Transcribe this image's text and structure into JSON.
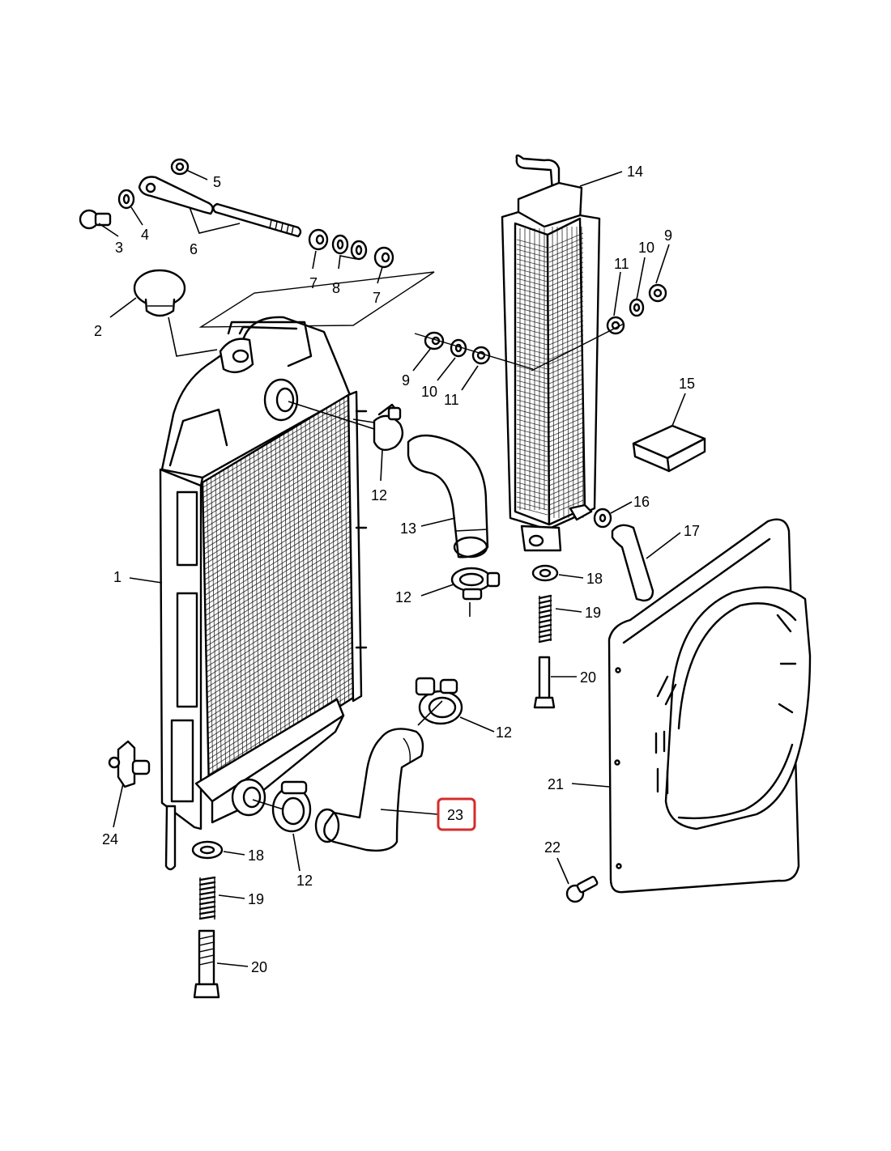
{
  "diagram": {
    "callouts": [
      "1",
      "2",
      "3",
      "4",
      "5",
      "6",
      "7",
      "8",
      "7",
      "9",
      "10",
      "11",
      "9",
      "10",
      "11",
      "12",
      "13",
      "12",
      "14",
      "15",
      "16",
      "17",
      "18",
      "19",
      "20",
      "21",
      "22",
      "23",
      "12",
      "12",
      "18",
      "19",
      "20",
      "24"
    ],
    "highlighted": "23",
    "highlight_color": "#d62b2b",
    "ink_color": "#000000"
  }
}
